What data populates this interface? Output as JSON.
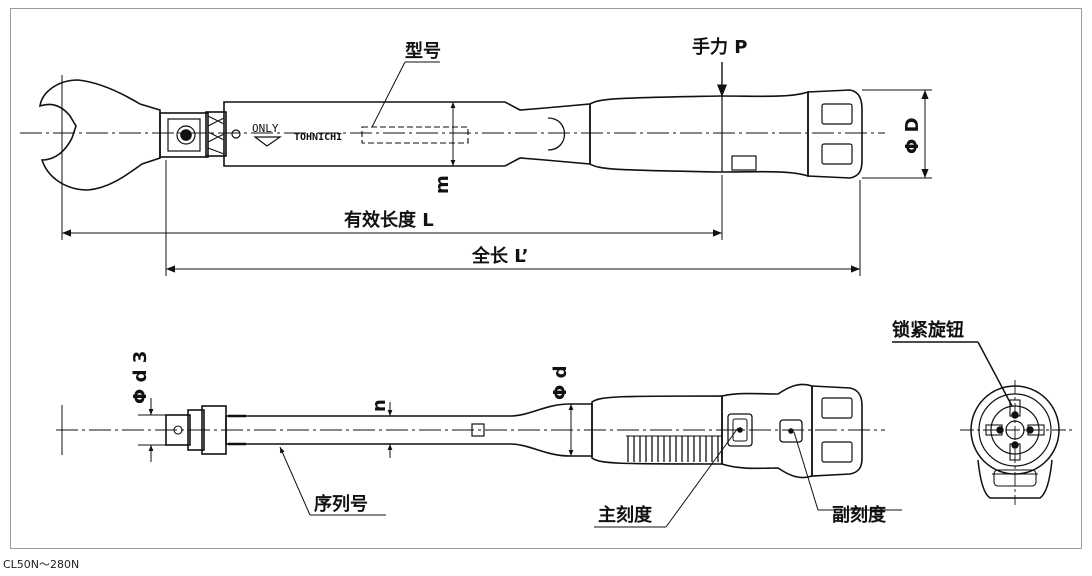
{
  "labels": {
    "model": "型号",
    "hand_force": "手力 P",
    "phi_D": "Φ D",
    "m": "m",
    "effective_length": "有效长度 L",
    "total_length": "全长 L’",
    "lock_knob": "锁紧旋钮",
    "phi_d3": "Φ d 3",
    "n": "n",
    "phi_d": "Φ d",
    "serial_number": "序列号",
    "main_scale": "主刻度",
    "sub_scale": "副刻度"
  },
  "tool_marks": {
    "only": "ONLY",
    "brand": "TOHNICHI"
  },
  "caption": "CL50N～280N"
}
